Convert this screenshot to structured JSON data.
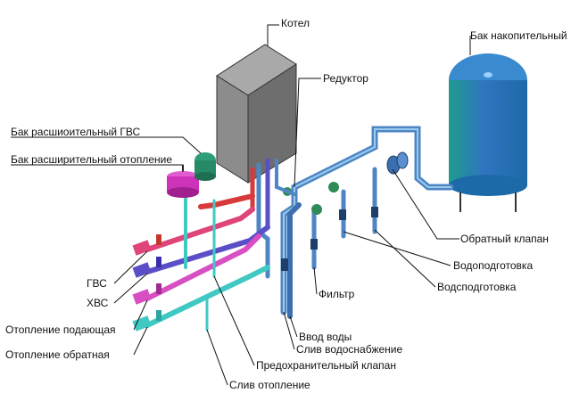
{
  "labels": {
    "kotel": "Котел",
    "bak_nakopitelny": "Бак накопительный",
    "reduktor": "Редуктор",
    "bak_gvs": "Бак расшиоительный ГВС",
    "bak_otoplenie": "Бак расширительный отопление",
    "gvs": "ГВС",
    "hvs": "ХВС",
    "otoplenie_podayushaya": "Отопление подающая",
    "otoplenie_obratnaya": "Отопление обратная",
    "obratny_klapan": "Обратный клапан",
    "vodopodgotovka_1": "Водоподготовка",
    "vodopodgotovka_2": "Водсподготовка",
    "filtr": "Фильтр",
    "vvod_vody": "Ввод воды",
    "sliv_vodosnabzhenie": "Слив водоснабжение",
    "predohranitelny_klapan": "Предохранительный клапан",
    "sliv_otoplenie": "Слив отопление"
  },
  "colors": {
    "boiler_front": "#8c8c8c",
    "boiler_side": "#6e6e6e",
    "boiler_top": "#a9a9a9",
    "tank_blue": "#2f74c0",
    "tank_gradient_edge": "#1f9c8e",
    "pipe_hot": "#e0457a",
    "pipe_cold": "#5a4fc7",
    "pipe_heating_supply": "#d84fc4",
    "pipe_heating_return": "#40c9c3",
    "pipe_main": "#4e86c4",
    "pipe_red": "#d73a3a",
    "expansion_tank_magenta": "#cc33b8"
  }
}
